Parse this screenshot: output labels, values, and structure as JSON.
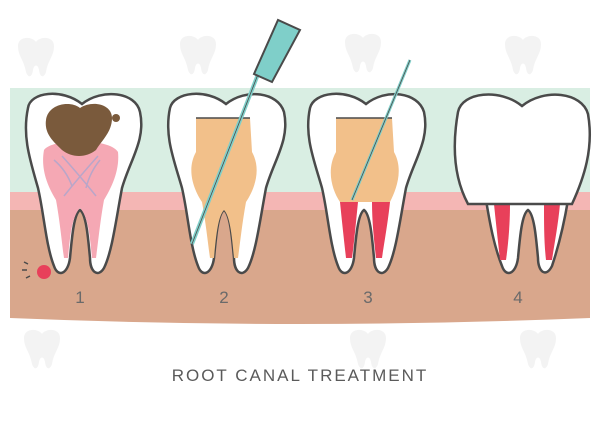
{
  "diagram": {
    "title": "ROOT CANAL TREATMENT",
    "steps": [
      {
        "label": "1"
      },
      {
        "label": "2"
      },
      {
        "label": "3"
      },
      {
        "label": "4"
      }
    ]
  },
  "colors": {
    "gum_band": "#d9eee3",
    "gum": "#f4b6b4",
    "bone": "#d9a78c",
    "tooth_fill": "#ffffff",
    "tooth_outline": "#4a4a4a",
    "pulp": "#f5a8b4",
    "decay": "#7a5a3c",
    "filling": "#f2c08a",
    "root_canal_red": "#e8405a",
    "file_teal": "#7fcfc9",
    "watermark": "#c9c9c9"
  },
  "icons": [
    "tooth-watermark-icon"
  ]
}
